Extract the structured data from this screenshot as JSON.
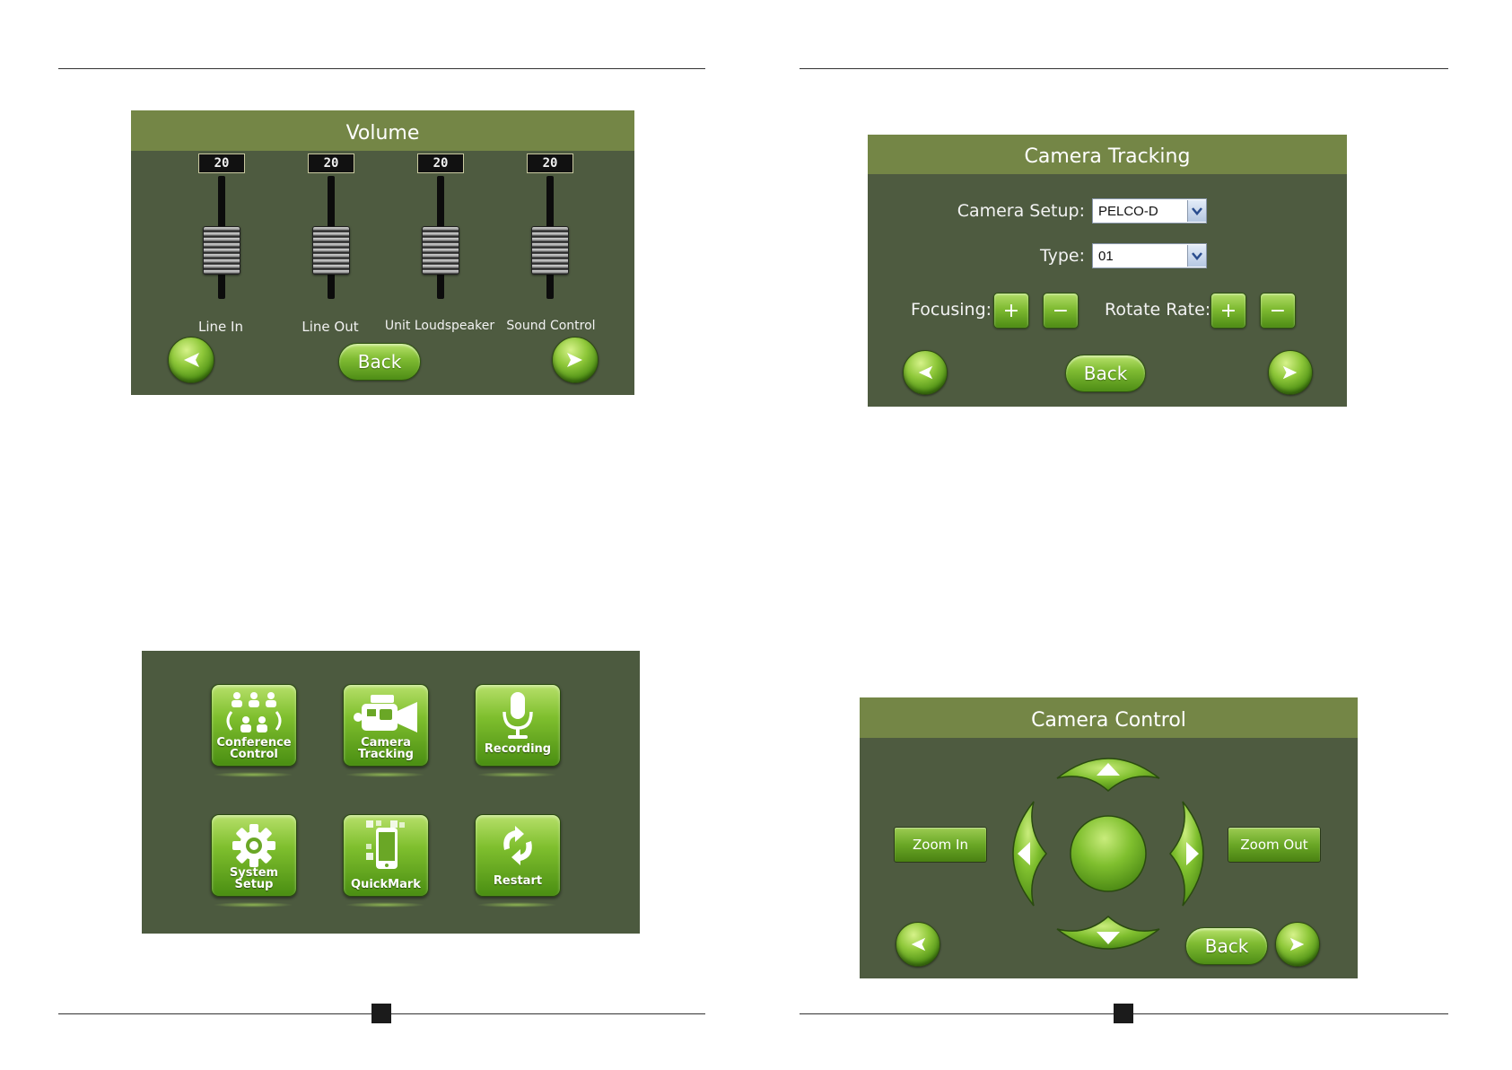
{
  "volume_panel": {
    "title": "Volume",
    "channels": [
      {
        "value": "20",
        "label": "Line In"
      },
      {
        "value": "20",
        "label": "Line Out"
      },
      {
        "value": "20",
        "label": "Unit Loudspeaker"
      },
      {
        "value": "20",
        "label": "Sound Control"
      }
    ],
    "back_label": "Back"
  },
  "camera_tracking_panel": {
    "title": "Camera Tracking",
    "camera_setup_label": "Camera Setup:",
    "camera_setup_value": "PELCO-D",
    "type_label": "Type:",
    "type_value": "01",
    "focusing_label": "Focusing:",
    "rotate_rate_label": "Rotate Rate:",
    "plus_symbol": "+",
    "minus_symbol": "−",
    "back_label": "Back"
  },
  "main_menu_panel": {
    "tiles": [
      {
        "label": "Conference\nControl",
        "icon": "conference-icon"
      },
      {
        "label": "Camera\nTracking",
        "icon": "video-camera-icon"
      },
      {
        "label": "Recording",
        "icon": "microphone-icon"
      },
      {
        "label": "System\nSetup",
        "icon": "gear-icon"
      },
      {
        "label": "QuickMark",
        "icon": "qr-phone-icon"
      },
      {
        "label": "Restart",
        "icon": "restart-arrows-icon"
      }
    ]
  },
  "camera_control_panel": {
    "title": "Camera Control",
    "zoom_in_label": "Zoom In",
    "zoom_out_label": "Zoom Out",
    "back_label": "Back"
  },
  "colors": {
    "panel_bg": "#4e5b40",
    "title_bar": "#748646",
    "button_green": "#7fbb32"
  }
}
